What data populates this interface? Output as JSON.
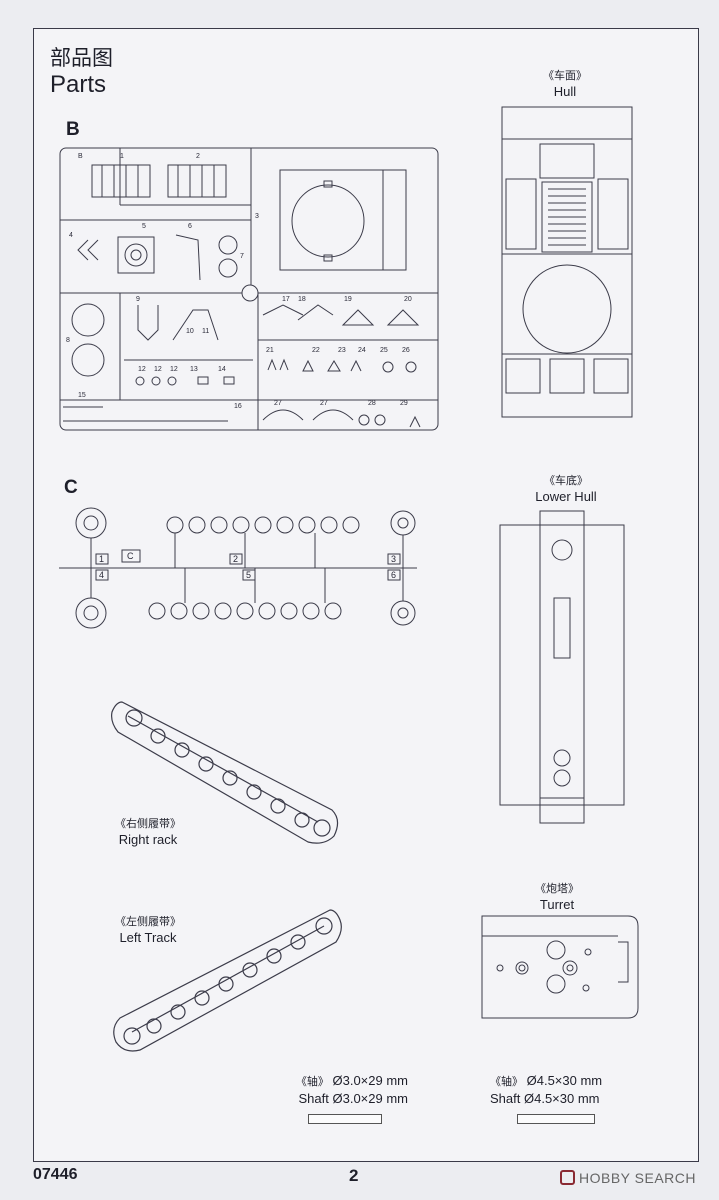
{
  "header": {
    "title_cn": "部品图",
    "title_en": "Parts"
  },
  "sprues": {
    "b_label": "B",
    "c_label": "C"
  },
  "sprue_b_numbers": [
    "B",
    "1",
    "2",
    "3",
    "4",
    "5",
    "6",
    "7",
    "8",
    "9",
    "10",
    "11",
    "12",
    "12",
    "12",
    "13",
    "14",
    "15",
    "16",
    "17",
    "18",
    "19",
    "20",
    "21",
    "22",
    "23",
    "24",
    "25",
    "26",
    "27",
    "27",
    "28",
    "29"
  ],
  "sprue_c_numbers": [
    "1",
    "C",
    "2",
    "3",
    "4",
    "5",
    "6"
  ],
  "hull": {
    "cn": "《车面》",
    "en": "Hull"
  },
  "lower_hull": {
    "cn": "《车底》",
    "en": "Lower Hull"
  },
  "right_track": {
    "cn": "《右侧履带》",
    "en": "Right rack"
  },
  "left_track": {
    "cn": "《左侧履带》",
    "en": "Left Track"
  },
  "turret": {
    "cn": "《炮塔》",
    "en": "Turret"
  },
  "shaft1": {
    "cn": "《轴》",
    "en": "Shaft",
    "dim": "Ø3.0×29 mm"
  },
  "shaft2": {
    "cn": "《轴》",
    "en": "Shaft",
    "dim": "Ø4.5×30 mm"
  },
  "footer": {
    "code": "07446",
    "page": "2",
    "watermark": "HOBBY SEARCH"
  }
}
